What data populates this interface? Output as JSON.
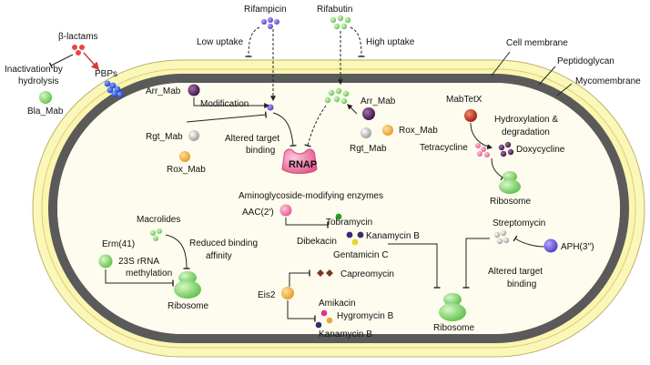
{
  "labels": {
    "beta_lactams": "β-lactams",
    "inactivation_1": "Inactivation by",
    "inactivation_2": "hydrolysis",
    "bla_mab": "Bla_Mab",
    "pbps": "PBPs",
    "rifampicin": "Rifampicin",
    "rifabutin": "Rifabutin",
    "low_uptake": "Low uptake",
    "high_uptake": "High uptake",
    "cell_membrane": "Cell membrane",
    "peptidoglycan": "Peptidoglycan",
    "mycomembrane": "Mycomembrane",
    "arr_mab_left": "Arr_Mab",
    "modification": "Modification",
    "rgt_mab_left": "Rgt_Mab",
    "rox_mab_left": "Rox_Mab",
    "altered_binding_1": "Altered target",
    "altered_binding_2": "binding",
    "rnap": "RNAP",
    "arr_mab_right": "Arr_Mab",
    "rox_mab_right": "Rox_Mab",
    "rgt_mab_right": "Rgt_Mab",
    "mabtetx": "MabTetX",
    "hydroxylation_1": "Hydroxylation &",
    "hydroxylation_2": "degradation",
    "tetracycline": "Tetracycline",
    "doxycycline": "Doxycycline",
    "ribosome_tet": "Ribosome",
    "ame_title": "Aminoglycoside-modifying enzymes",
    "aac": "AAC(2′)",
    "tobramycin": "Tobramycin",
    "dibekacin": "Dibekacin",
    "kanamycin_b_1": "Kanamycin B",
    "gentamicin_c": "Gentamicin C",
    "macrolides": "Macrolides",
    "reduced_1": "Reduced binding",
    "reduced_2": "affinity",
    "erm41": "Erm(41)",
    "rrna_1": "23S rRNA",
    "rrna_2": "methylation",
    "ribosome_left": "Ribosome",
    "capreomycin": "Capreomycin",
    "eis2": "Eis2",
    "amikacin": "Amikacin",
    "hygromycin_b": "Hygromycin B",
    "kanamycin_b_2": "Kanamycin B",
    "ribosome_mid": "Ribosome",
    "streptomycin": "Streptomycin",
    "aph": "APH(3′′)",
    "altered_target_r1": "Altered target",
    "altered_target_r2": "binding"
  },
  "colors": {
    "outer_wall": "#f5f0a0",
    "inner_membrane": "#555555",
    "cytoplasm": "#fdfcec",
    "green_enzyme": "#8fe07a",
    "dark_purple": "#4a1c4e",
    "red_enzyme": "#c0301d",
    "orange": "#f4b63f",
    "pink": "#f27ba8",
    "rnap": "#f06d95",
    "pbp_blue": "#1e3fd6",
    "drug_purple": "#6a5acd",
    "white_ball": "#d8d8d8"
  }
}
